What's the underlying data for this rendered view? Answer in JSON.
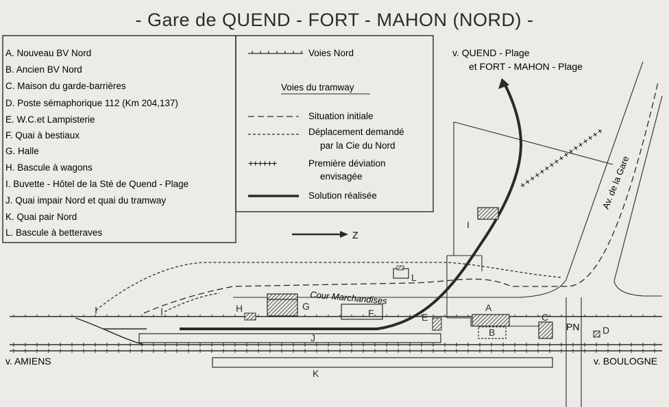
{
  "title": "- Gare de QUEND - FORT - MAHON (NORD) -",
  "legend": {
    "items": [
      "A. Nouveau BV Nord",
      "B. Ancien BV Nord",
      "C. Maison du garde-barrières",
      "D. Poste sémaphorique 112 (Km 204,137)",
      "E. W.C.et Lampisterie",
      "F. Quai à bestiaux",
      "G. Halle",
      "H. Bascule à wagons",
      "I. Buvette - Hôtel de la Sté de Quend - Plage",
      "J. Quai impair Nord et quai du tramway",
      "K. Quai pair Nord",
      "L. Bascule à betteraves"
    ]
  },
  "key": {
    "voies_nord": "Voies Nord",
    "tram_title": "Voies du tramway",
    "situation_initiale": "Situation initiale",
    "deplacement_1": "Déplacement demandé",
    "deplacement_2": "par la Cie du Nord",
    "deviation_1": "Première déviation",
    "deviation_2": "envisagée",
    "solution": "Solution réalisée"
  },
  "north_label": "Z",
  "plan": {
    "dest_1": "v. QUEND - Plage",
    "dest_2": "et FORT - MAHON - Plage",
    "avenue": "Av. de la Gare",
    "cour": "Cour Marchandises",
    "amiens": "v. AMIENS",
    "boulogne": "v. BOULOGNE",
    "pn": "PN",
    "labels": {
      "A": "A",
      "B": "B",
      "C": "C",
      "D": "D",
      "E": "E",
      "F": "F",
      "G": "G",
      "H": "H",
      "I": "I",
      "J": "J",
      "K": "K",
      "L": "L"
    }
  },
  "colors": {
    "ink": "#2a2a2a",
    "paper": "#ecebe8"
  }
}
